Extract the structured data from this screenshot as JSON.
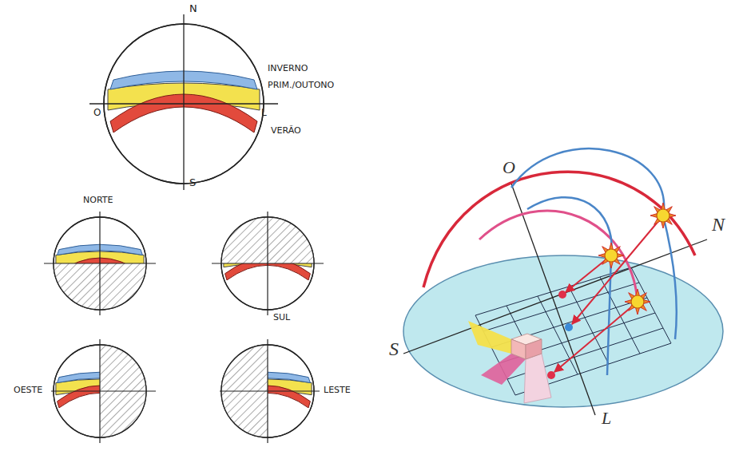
{
  "diagram": {
    "labels": [
      "N",
      "INVERNO",
      "PRIM./OUTONO",
      "O",
      "L",
      "VERÃO",
      "S",
      "NORTE",
      "SUL",
      "OESTE",
      "LESTE",
      "O",
      "N",
      "S",
      "L"
    ]
  }
}
